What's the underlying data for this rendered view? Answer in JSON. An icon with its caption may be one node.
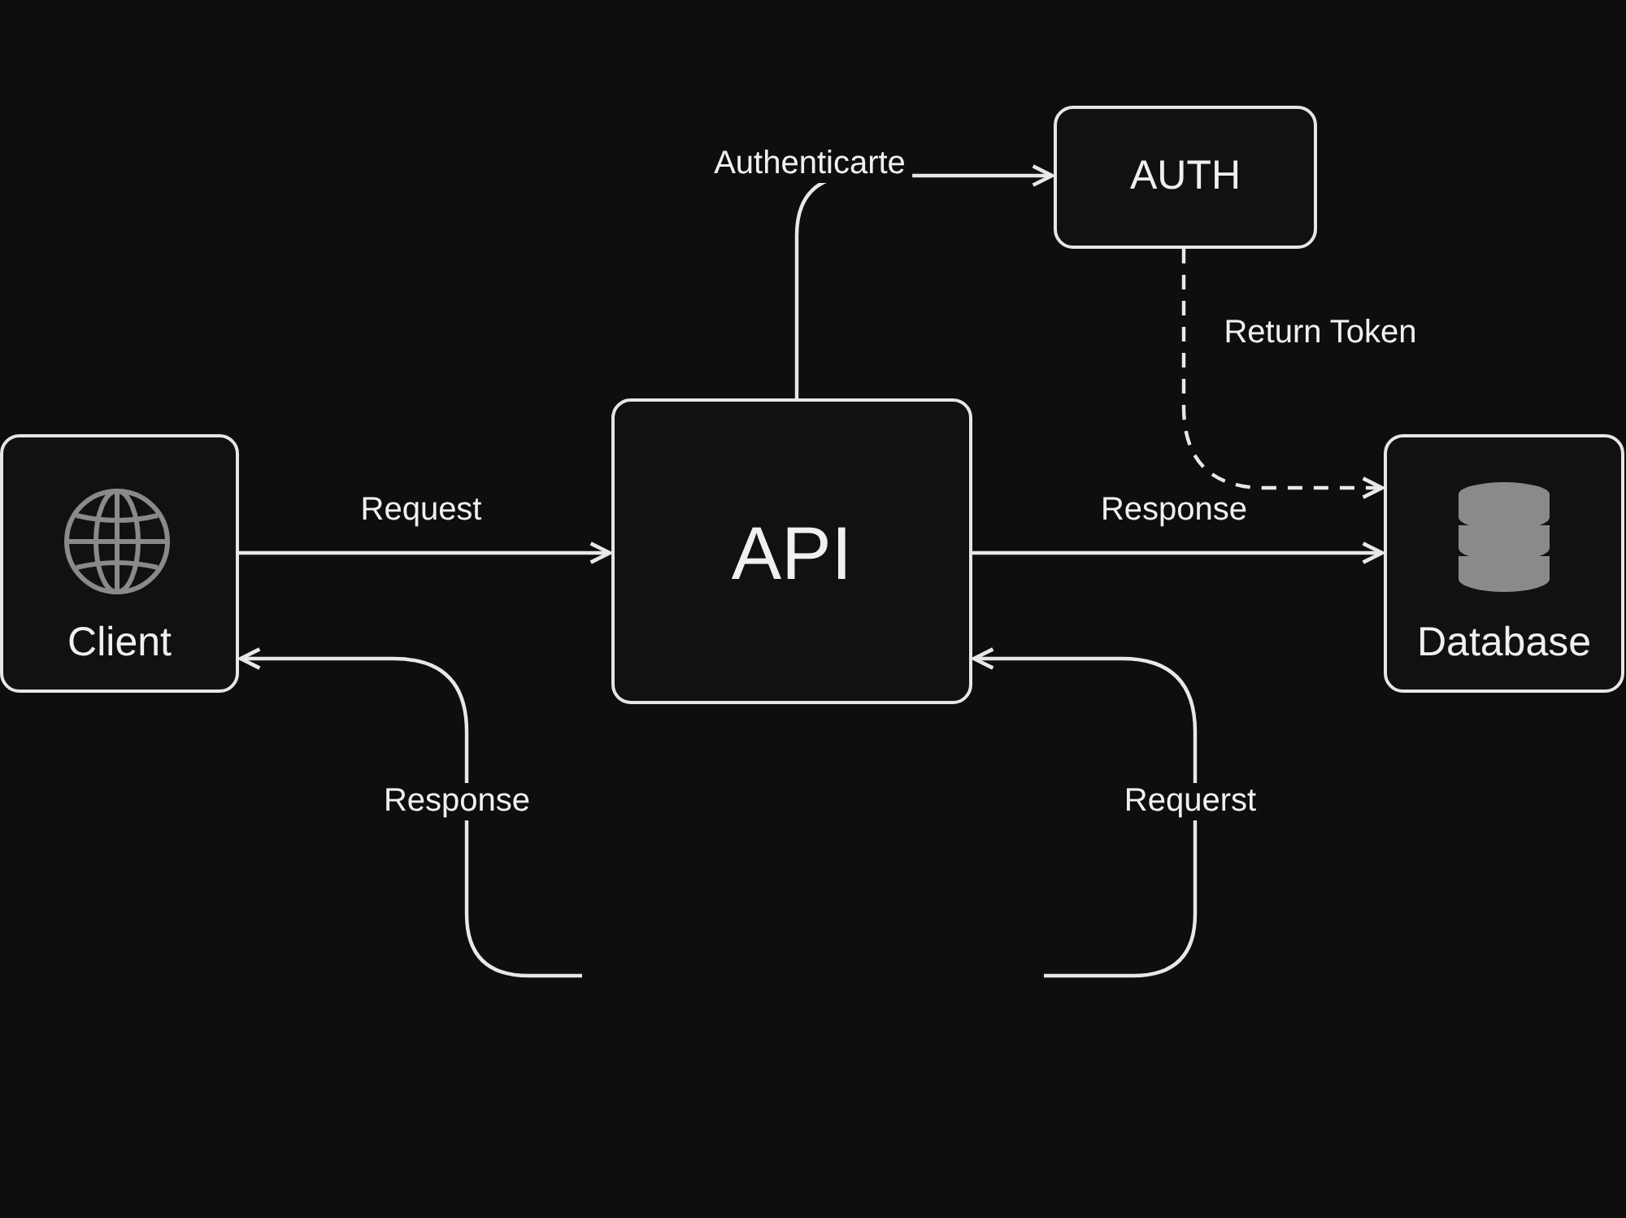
{
  "diagram": {
    "nodes": [
      {
        "text": [
          "Client"
        ]
      },
      {
        "text": [
          "API"
        ]
      },
      {
        "text": [
          "AUTH"
        ]
      },
      {
        "text": [
          "Database"
        ]
      }
    ],
    "edges": [
      {
        "from": 0,
        "to": 1,
        "arrow": "to",
        "label": "Request"
      },
      {
        "from": 1,
        "to": 3,
        "arrow": "to",
        "label": "Response"
      },
      {
        "from": 1,
        "to": 2,
        "arrow": "to",
        "label": "Authenticarte"
      },
      {
        "from": 2,
        "to": 3,
        "arrow": "to",
        "label": "Return Token",
        "style": "dashed"
      },
      {
        "from": null,
        "to": 0,
        "arrow": "to",
        "label": "Response"
      },
      {
        "from": null,
        "to": 1,
        "arrow": "to",
        "label": "Requerst"
      }
    ]
  }
}
